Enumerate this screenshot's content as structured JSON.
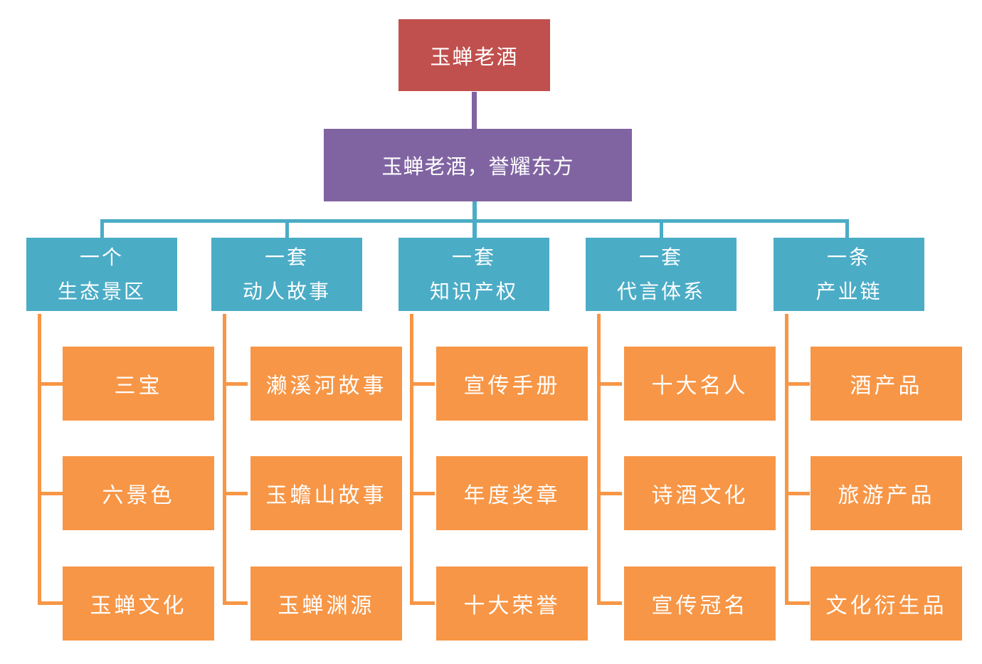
{
  "colors": {
    "root": "#C0504D",
    "banner": "#8064A2",
    "branch": "#4BACC6",
    "leaf": "#F79646",
    "text": "#FFFFFF",
    "background": "#FFFFFF"
  },
  "root": {
    "label": "玉蝉老酒"
  },
  "banner": {
    "label": "玉蝉老酒，誉耀东方"
  },
  "branches": [
    {
      "line1": "一个",
      "line2": "生态景区",
      "children": [
        "三宝",
        "六景色",
        "玉蝉文化"
      ]
    },
    {
      "line1": "一套",
      "line2": "动人故事",
      "children": [
        "濑溪河故事",
        "玉蟾山故事",
        "玉蝉渊源"
      ]
    },
    {
      "line1": "一套",
      "line2": "知识产权",
      "children": [
        "宣传手册",
        "年度奖章",
        "十大荣誉"
      ]
    },
    {
      "line1": "一套",
      "line2": "代言体系",
      "children": [
        "十大名人",
        "诗酒文化",
        "宣传冠名"
      ]
    },
    {
      "line1": "一条",
      "line2": "产业链",
      "children": [
        "酒产品",
        "旅游产品",
        "文化衍生品"
      ]
    }
  ]
}
